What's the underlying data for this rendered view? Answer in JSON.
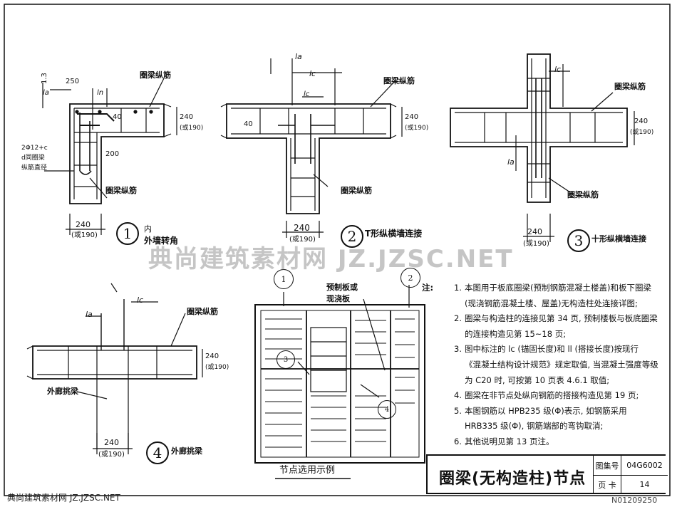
{
  "drawing": {
    "detail1": {
      "number": "1",
      "caption_prefix": "内",
      "caption": "外墙转角",
      "labels": {
        "beam_rebar_top": "圈梁纵筋",
        "beam_rebar_side": "圈梁纵筋",
        "dim_1": "1.3",
        "dim_1_sym": "la",
        "dim_250": "250",
        "dim_ln": "ln",
        "dim_40": "40",
        "dim_200": "200",
        "dim_240": "240",
        "dim_240_alt": "(或190)",
        "dim_bottom_240": "240",
        "dim_bottom_alt": "(或190)",
        "note_line1": "2Φ12+c",
        "note_line2": "d同圈梁",
        "note_line3": "纵筋直径"
      }
    },
    "detail2": {
      "number": "2",
      "caption": "T形纵横墙连接",
      "labels": {
        "la": "la",
        "lc": "lc",
        "lc2": "lc",
        "beam_rebar_top": "圈梁纵筋",
        "beam_rebar_low": "圈梁纵筋",
        "dim_40": "40",
        "dim_240": "240",
        "dim_240_alt": "(或190)",
        "dim_bottom_240": "240",
        "dim_bottom_alt": "(或190)"
      }
    },
    "detail3": {
      "number": "3",
      "caption": "十形纵横墙连接",
      "labels": {
        "lc": "lc",
        "la": "la",
        "beam_rebar_top": "圈梁纵筋",
        "beam_rebar_low": "圈梁纵筋",
        "dim_240": "240",
        "dim_240_alt": "(或190)",
        "dim_bottom_240": "240",
        "dim_bottom_alt": "(或190)"
      }
    },
    "detail4": {
      "number": "4",
      "caption": "外廊挑梁",
      "labels": {
        "lc": "lc",
        "la": "la",
        "beam_rebar": "圈梁纵筋",
        "beam_label": "外廊挑梁",
        "dim_240": "240",
        "dim_240_alt": "(或190)",
        "dim_bottom_240": "240",
        "dim_bottom_alt": "(或190)"
      }
    },
    "plan": {
      "caption": "节点选用示例",
      "tag_1": "1",
      "tag_2": "2",
      "tag_3": "3",
      "tag_4": "4",
      "slab_label_1": "预制板或",
      "slab_label_2": "现浇板"
    }
  },
  "notes": {
    "lead": "注:",
    "items": [
      {
        "no": "1.",
        "lines": [
          "本图用于板底圈梁(预制钢筋混凝土楼盖)和板下圈梁",
          "(现浇钢筋混凝土楼、屋盖)无构造柱处连接详图;"
        ]
      },
      {
        "no": "2.",
        "lines": [
          "圈梁与构造柱的连接见第 34 页, 预制楼板与板底圈梁",
          "的连接构造见第 15~18 页;"
        ]
      },
      {
        "no": "3.",
        "lines": [
          "图中标注的 lc (锚固长度)和 ll (搭接长度)按现行",
          "《混凝土结构设计规范》规定取值, 当混凝土强度等级",
          "为 C20 时, 可按第 10 页表 4.6.1 取值;"
        ]
      },
      {
        "no": "4.",
        "lines": [
          "圈梁在非节点处纵向钢筋的搭接构造见第 19 页;"
        ]
      },
      {
        "no": "5.",
        "lines": [
          "本图钢筋以 HPB235 级(Φ)表示, 如钢筋采用",
          "HRB335 级(Φ), 钢筋端部的弯钩取消;"
        ]
      },
      {
        "no": "6.",
        "lines": [
          "其他说明见第 13 页注。"
        ]
      }
    ]
  },
  "title_block": {
    "title": "圈梁(无构造柱)节点",
    "atlas_label": "图集号",
    "atlas_value": "04G6002",
    "page_label": "页",
    "page_sub": "卡",
    "page_value": "14"
  },
  "watermarks": {
    "center": "典尚建筑素材网 JZ.JZSC.NET",
    "bottom_left": "典尚建筑素材网 JZ.JZSC.NET",
    "bottom_right": "N01209250"
  }
}
